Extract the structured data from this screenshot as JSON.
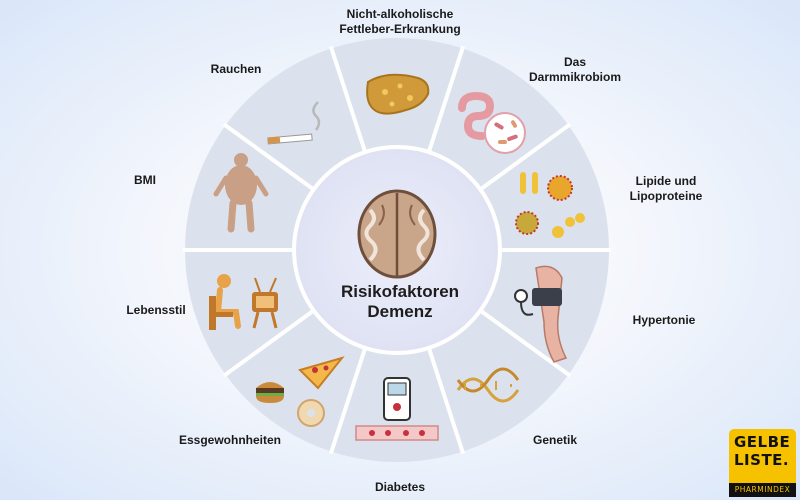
{
  "center": {
    "line1": "Risikofaktoren",
    "line2": "Demenz"
  },
  "factors": [
    {
      "label1": "Nicht-alkoholische",
      "label2": "Fettleber-Erkrankung",
      "icon": "fatty-liver-icon"
    },
    {
      "label1": "Das",
      "label2": "Darmmikrobiom",
      "icon": "gut-microbiome-icon"
    },
    {
      "label1": "Lipide und",
      "label2": "Lipoproteine",
      "icon": "lipoprotein-icon"
    },
    {
      "label1": "Hypertonie",
      "icon": "blood-pressure-icon"
    },
    {
      "label1": "Genetik",
      "icon": "dna-icon"
    },
    {
      "label1": "Diabetes",
      "icon": "glucose-meter-icon"
    },
    {
      "label1": "Essgewohnheiten",
      "icon": "fast-food-icon"
    },
    {
      "label1": "Lebensstil",
      "icon": "sedentary-tv-icon"
    },
    {
      "label1": "BMI",
      "icon": "obese-person-icon"
    },
    {
      "label1": "Rauchen",
      "icon": "cigarette-icon"
    }
  ],
  "logo": {
    "line1": "GELBE",
    "line2": "LISTE.",
    "line3": "PHARMINDEX"
  },
  "colors": {
    "ring": "#dde3ee",
    "segment_line": "#ffffff",
    "inner": "#e6e8f7",
    "brand_yellow": "#f6c200"
  }
}
